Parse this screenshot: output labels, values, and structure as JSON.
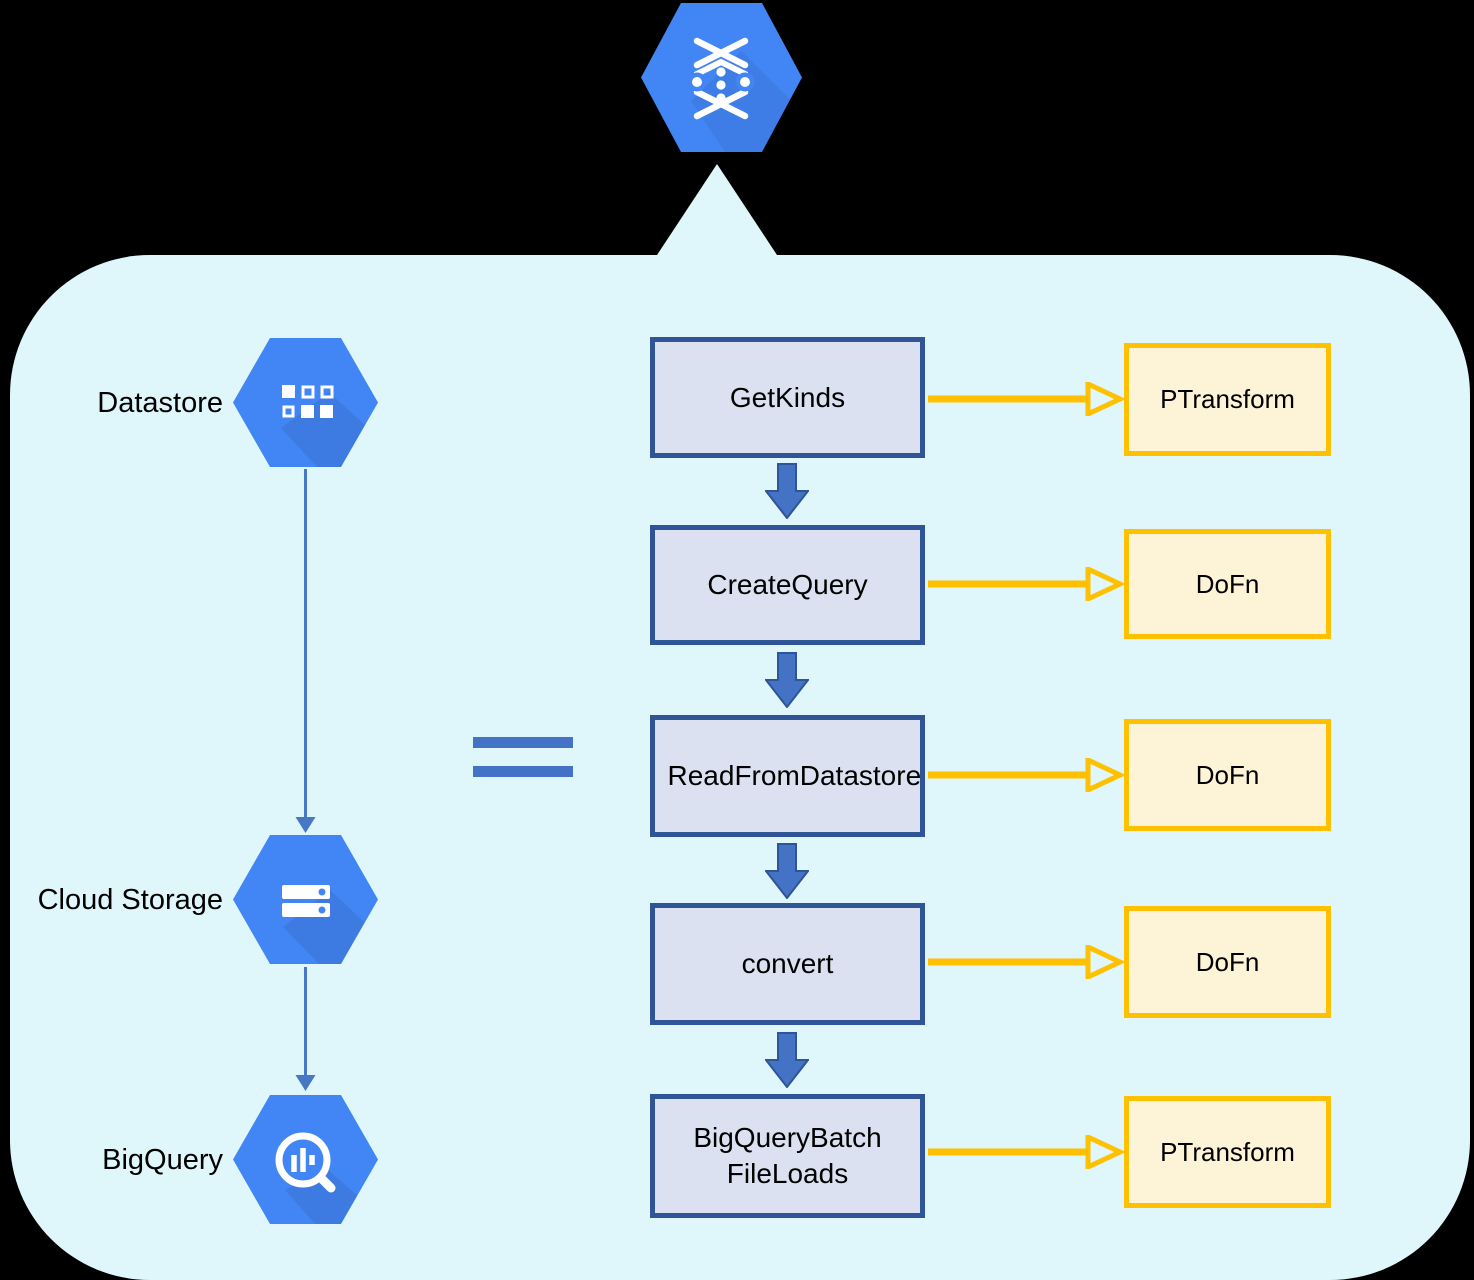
{
  "diagram": {
    "header": {
      "icon": "dataflow-icon"
    },
    "sources": [
      {
        "icon": "datastore-icon",
        "label": "Datastore"
      },
      {
        "icon": "cloud-storage-icon",
        "label": "Cloud Storage"
      },
      {
        "icon": "bigquery-icon",
        "label": "BigQuery"
      }
    ],
    "equals_symbol": "=",
    "steps": [
      {
        "label": "GetKinds",
        "type": "PTransform"
      },
      {
        "label": "CreateQuery",
        "type": "DoFn"
      },
      {
        "label": "ReadFromDatastore",
        "type": "DoFn"
      },
      {
        "label": "convert",
        "type": "DoFn"
      },
      {
        "label": "BigQueryBatch FileLoads",
        "type": "PTransform"
      }
    ],
    "colors": {
      "background": "#000000",
      "panel": "#DFF6FA",
      "hexagon": "#4285F4",
      "step_fill": "#DBE1F0",
      "step_border": "#2F5597",
      "block_arrow": "#4472C4",
      "equals": "#4472C4",
      "connector": "#4778C4",
      "type_fill": "#FDF3D6",
      "type_border": "#FFC000",
      "text": "#000000"
    }
  }
}
